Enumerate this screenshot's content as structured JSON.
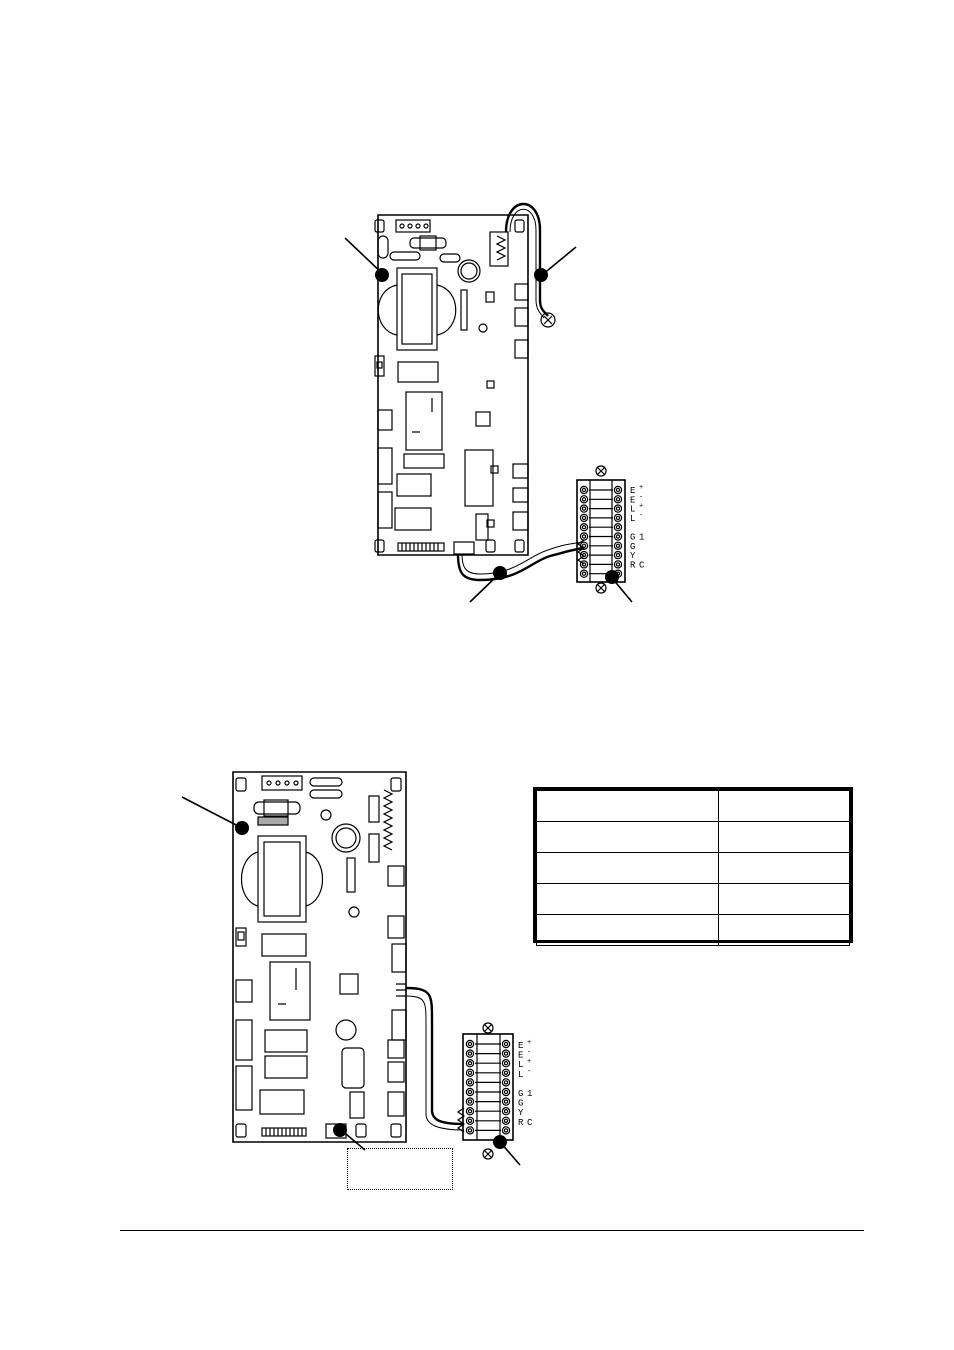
{
  "figure1": {
    "terminal_labels": [
      "E",
      "E",
      "L",
      "L",
      "G",
      "G",
      "Y",
      "R"
    ],
    "terminal_suffixes": [
      "+",
      "-",
      "+",
      "-",
      "1",
      "",
      "",
      "C"
    ]
  },
  "figure2": {
    "terminal_labels": [
      "E",
      "E",
      "L",
      "L",
      "G",
      "G",
      "Y",
      "R"
    ],
    "terminal_suffixes": [
      "+",
      "-",
      "+",
      "-",
      "1",
      "",
      "",
      "C"
    ],
    "table": {
      "rows": [
        [
          "",
          ""
        ],
        [
          "",
          ""
        ],
        [
          "",
          ""
        ],
        [
          "",
          ""
        ],
        [
          "",
          ""
        ]
      ]
    }
  }
}
